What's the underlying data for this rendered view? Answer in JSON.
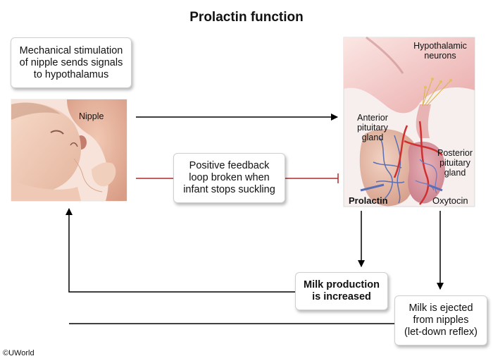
{
  "title": "Prolactin function",
  "boxes": {
    "stimulation": [
      "Mechanical stimulation",
      "of nipple sends signals",
      "to hypothalamus"
    ],
    "feedback": [
      "Positive feedback",
      "loop broken when",
      "infant stops suckling"
    ],
    "milk_production": [
      "Milk production",
      "is increased"
    ],
    "milk_ejected": [
      "Milk is ejected",
      "from nipples",
      "(let-down reflex)"
    ]
  },
  "labels": {
    "nipple": "Nipple",
    "hypothalamic": [
      "Hypothalamic",
      "neurons"
    ],
    "anterior": [
      "Anterior",
      "pituitary",
      "gland"
    ],
    "posterior": [
      "Posterior",
      "pituitary",
      "gland"
    ],
    "prolactin": "Prolactin",
    "oxytocin": "Oxytocin"
  },
  "credit": "©UWorld"
}
